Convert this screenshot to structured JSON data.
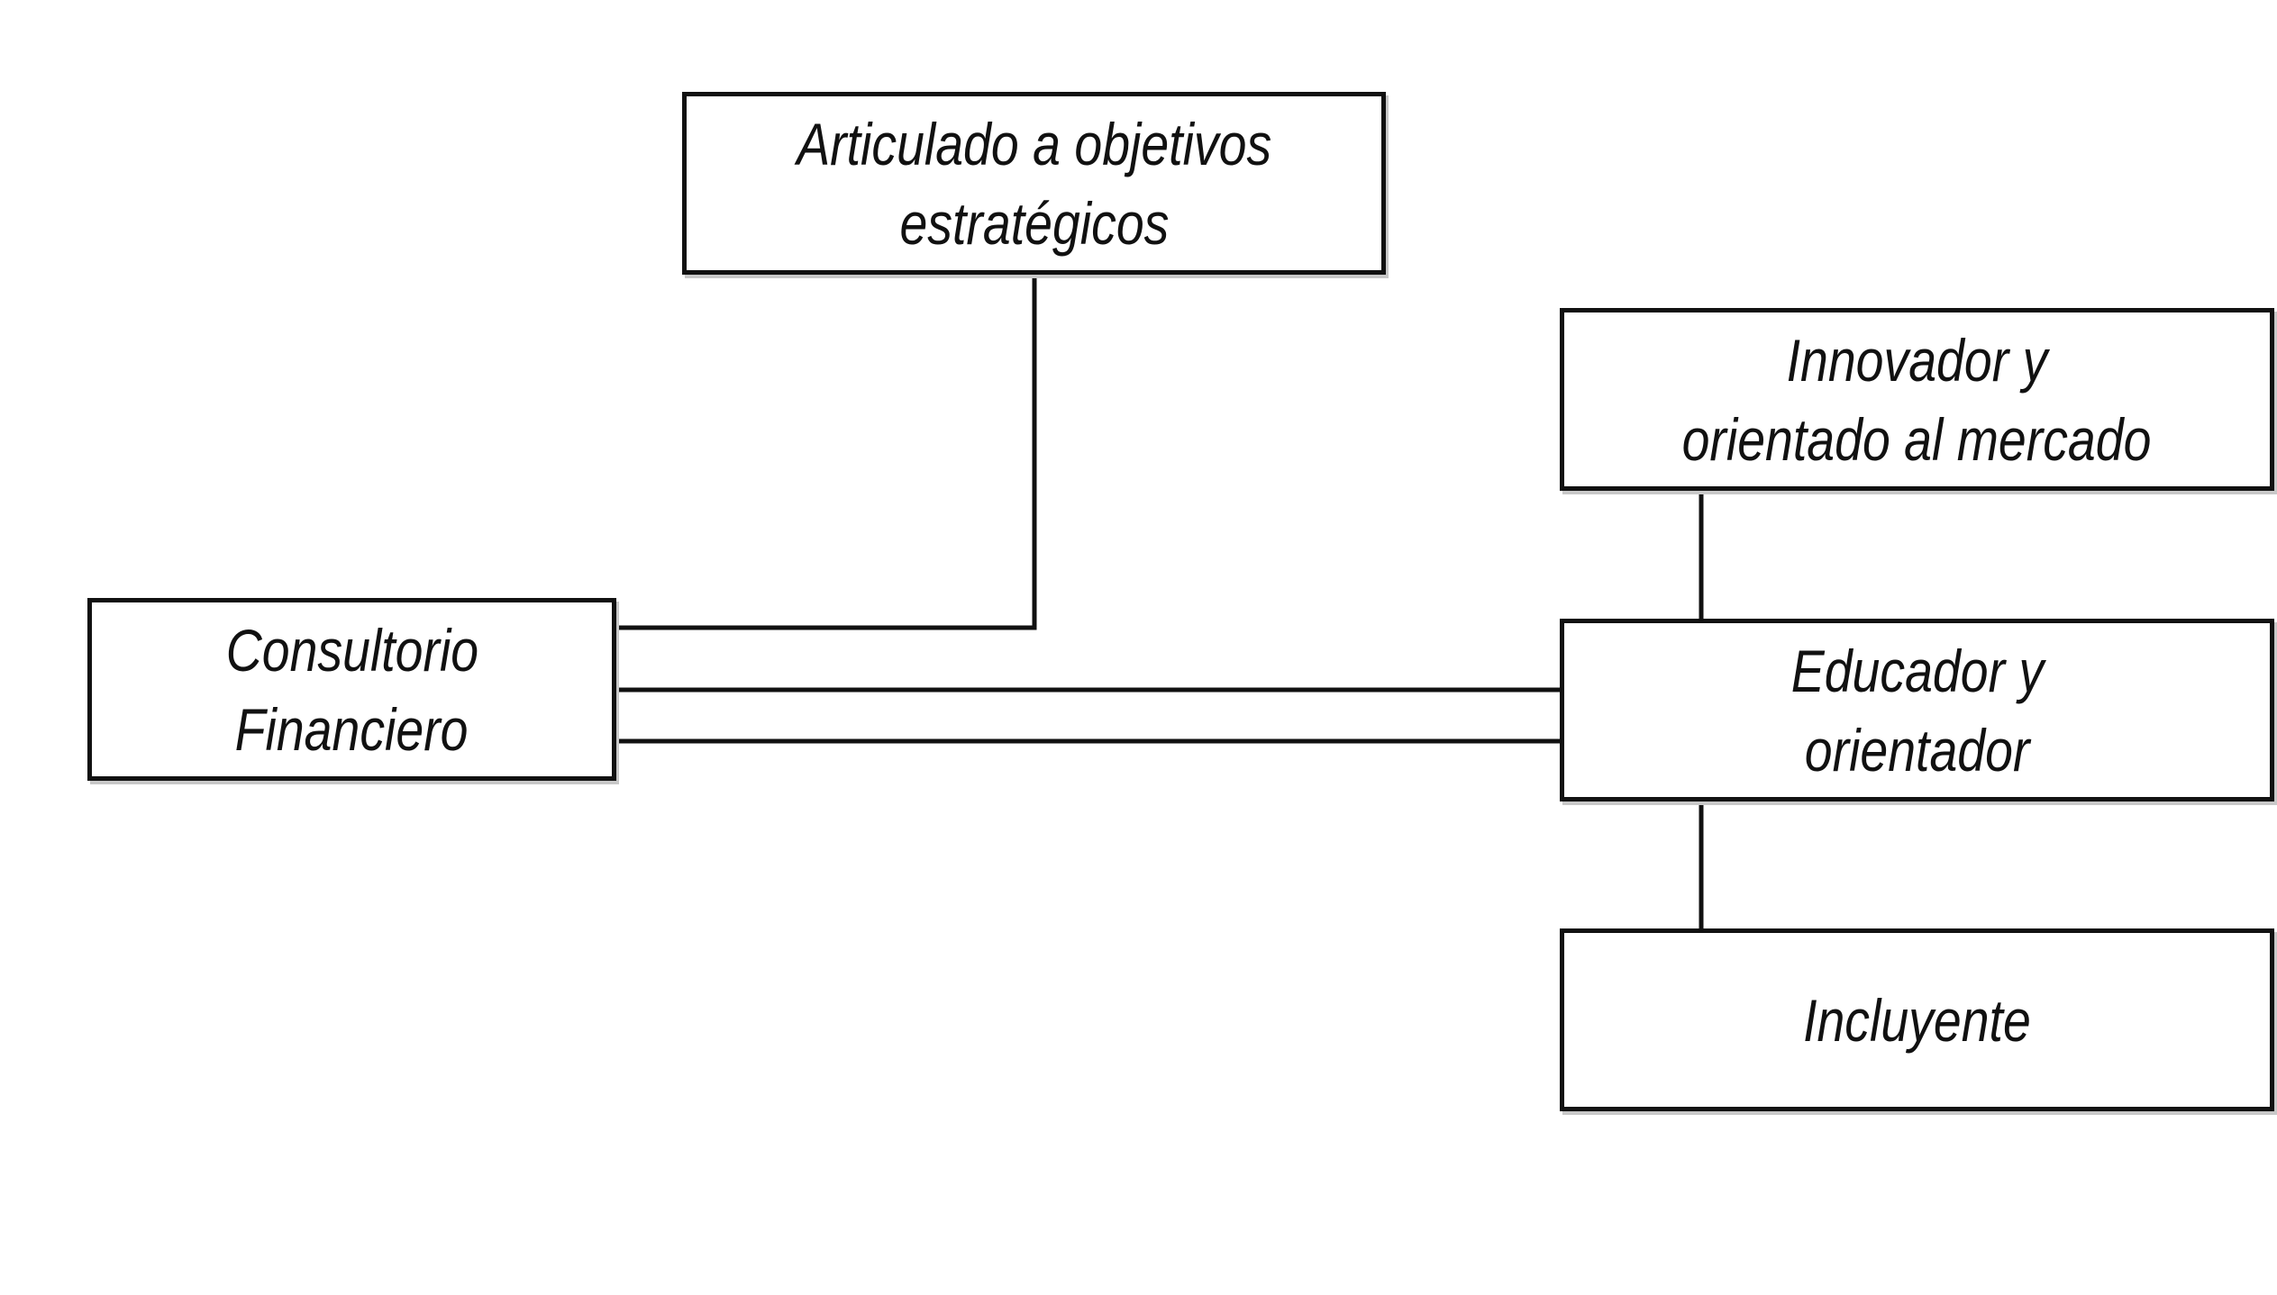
{
  "diagram": {
    "nodes": {
      "consultorio": {
        "line1": "Consultorio",
        "line2": "Financiero"
      },
      "articulado": {
        "line1": "Articulado a objetivos",
        "line2": "estratégicos"
      },
      "innovador": {
        "line1": "Innovador y",
        "line2": "orientado al mercado"
      },
      "educador": {
        "line1": "Educador y",
        "line2": "orientador"
      },
      "incluyente": {
        "line1": "Incluyente"
      }
    },
    "edges": [
      {
        "from": "consultorio",
        "to": "articulado"
      },
      {
        "from": "consultorio",
        "to": "educador"
      },
      {
        "from": "consultorio",
        "to": "educador"
      },
      {
        "from": "innovador",
        "to": "educador"
      },
      {
        "from": "educador",
        "to": "incluyente"
      }
    ]
  }
}
